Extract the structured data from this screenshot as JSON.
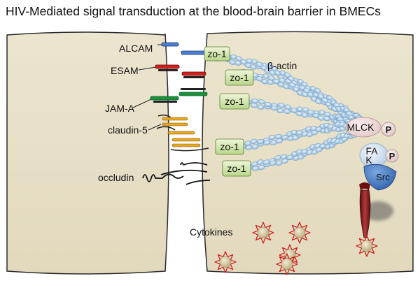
{
  "title": "HIV-Mediated signal transduction at the blood-brain barrier in BMECs",
  "proteins": {
    "alcam": "ALCAM",
    "esam": "ESAM",
    "jam_a": "JAM-A",
    "claudin5": "claudin-5",
    "occludin": "occludin"
  },
  "zo1": [
    "zo-1",
    "zo-1",
    "zo-1",
    "zo-1",
    "zo-1"
  ],
  "beta_actin": "β-actin",
  "mlck": "MLCK",
  "fak": "FA\nK",
  "src": "Src",
  "phospho": [
    "P",
    "P"
  ],
  "cytokines": "Cytokines",
  "colors": {
    "cell": "#e8e0c8",
    "alcam": "#4a7fd4",
    "esam": "#d62020",
    "jam_a": "#1f8f3a",
    "claudin5": "#e8a820",
    "zo1": "#d6e8b0",
    "actin": "#a8c8e8",
    "src": "#3a78c8",
    "receptor": "#8a1a1a"
  }
}
